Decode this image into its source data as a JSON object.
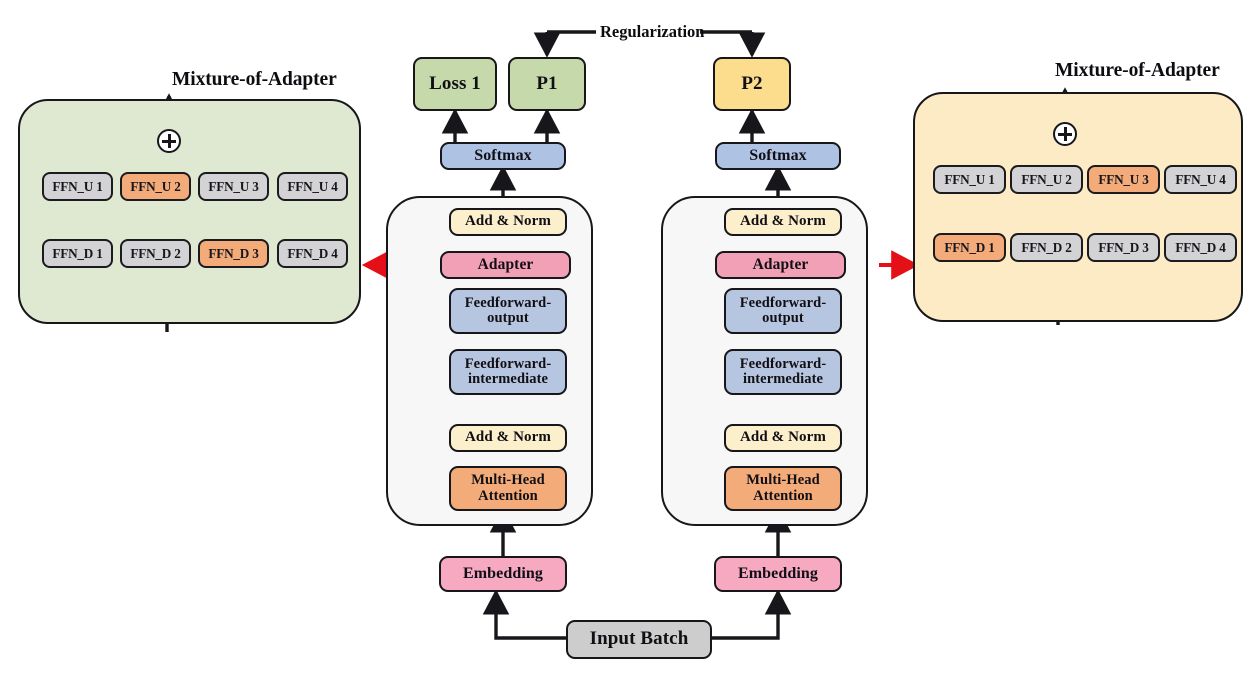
{
  "diagram": {
    "title_left": "Mixture-of-Adapter",
    "title_right": "Mixture-of-Adapter",
    "regularization_label": "Regularization",
    "input_batch": "Input Batch",
    "colors": {
      "panel_left_bg": "#dfe9d1",
      "panel_right_bg": "#fcebc4",
      "ffn_inactive": "#d3d3d5",
      "ffn_active": "#f4ab7a",
      "loss_p1": "#c6d9ab",
      "p2": "#fbdd8d",
      "softmax": "#aec3e4",
      "addnorm": "#fcefcc",
      "feedforward": "#b6c6e0",
      "attention": "#f2ab79",
      "adapter": "#f2a0b6",
      "embedding": "#f6a9c1",
      "input_batch": "#cdcdcd",
      "stack_bg": "#f7f7f8",
      "stroke": "#17161a",
      "red_accent": "#e50f18"
    },
    "left_adapter_panel": {
      "ffn_up": [
        "FFN_U 1",
        "FFN_U 2",
        "FFN_U 3",
        "FFN_U 4"
      ],
      "ffn_down": [
        "FFN_D 1",
        "FFN_D 2",
        "FFN_D 3",
        "FFN_D 4"
      ],
      "active_up_index": 1,
      "active_down_index": 2,
      "sum_symbol": "plus-circle"
    },
    "right_adapter_panel": {
      "ffn_up": [
        "FFN_U 1",
        "FFN_U 2",
        "FFN_U 3",
        "FFN_U 4"
      ],
      "ffn_down": [
        "FFN_D 1",
        "FFN_D 2",
        "FFN_D 3",
        "FFN_D 4"
      ],
      "active_up_index": 2,
      "active_down_index": 0,
      "sum_symbol": "plus-circle"
    },
    "branch_left": {
      "output_label": "Loss 1",
      "prediction_label": "P1",
      "softmax_label": "Softmax",
      "embedding_label": "Embedding",
      "stack_layers": [
        "Add &  Norm",
        "Adapter",
        "Feedforward-output",
        "Feedforward-intermediate",
        "Add & Norm",
        "Multi-Head Attention"
      ]
    },
    "branch_right": {
      "prediction_label": "P2",
      "softmax_label": "Softmax",
      "embedding_label": "Embedding",
      "stack_layers": [
        "Add &  Norm",
        "Adapter",
        "Feedforward-output",
        "Feedforward-intermediate",
        "Add & Norm",
        "Multi-Head Attention"
      ]
    }
  }
}
